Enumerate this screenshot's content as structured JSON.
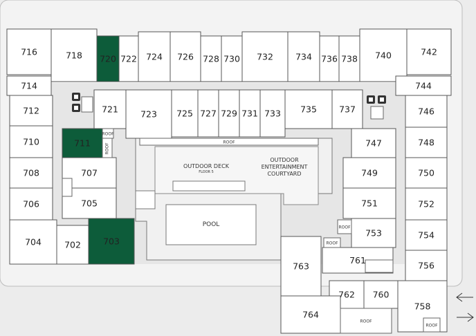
{
  "title": "Floor 7 plan",
  "colors": {
    "highlight": "#0d5c3a",
    "background": "#ececec",
    "room": "#ffffff"
  },
  "highlighted_units": [
    "720",
    "711",
    "703"
  ],
  "units": [
    "716",
    "718",
    "720",
    "722",
    "724",
    "726",
    "728",
    "730",
    "732",
    "734",
    "736",
    "738",
    "740",
    "742",
    "714",
    "744",
    "712",
    "710",
    "708",
    "706",
    "704",
    "702",
    "703",
    "711",
    "721",
    "723",
    "725",
    "727",
    "729",
    "731",
    "733",
    "735",
    "737",
    "707",
    "705",
    "746",
    "748",
    "750",
    "752",
    "754",
    "756",
    "747",
    "749",
    "751",
    "753",
    "763",
    "761",
    "762",
    "760",
    "758",
    "764"
  ],
  "labels": {
    "roof": "ROOF",
    "outdoor_deck": "OUTDOOR DECK",
    "floor_note": "FLOOR 5",
    "courtyard_line1": "OUTDOOR",
    "courtyard_line2": "ENTERTAINMENT",
    "courtyard_line3": "COURTYARD",
    "pool": "POOL"
  },
  "icons": [
    "elevator-icon",
    "elevator-icon",
    "elevator-icon",
    "elevator-icon",
    "stairs-icon",
    "arrow-left-icon",
    "arrow-right-icon"
  ]
}
